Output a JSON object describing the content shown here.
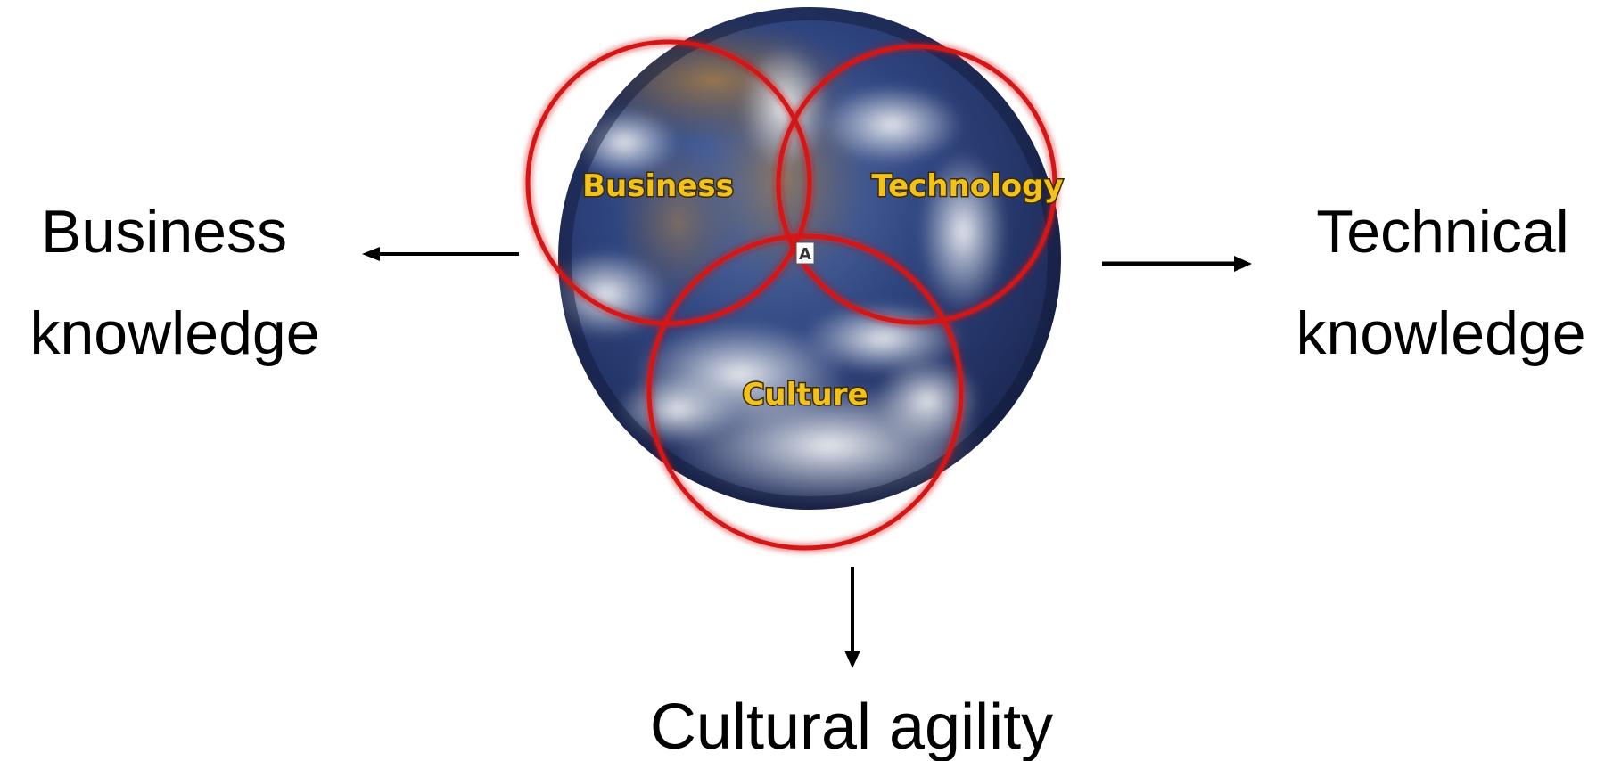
{
  "labels": {
    "business_knowledge_line1": "Business",
    "business_knowledge_line2": "knowledge",
    "technical_knowledge_line1": "Technical",
    "technical_knowledge_line2": "knowledge",
    "cultural_agility": "Cultural agility"
  },
  "circles": {
    "business": "Business",
    "technology": "Technology",
    "culture": "Culture"
  },
  "center_marker": "A",
  "colors": {
    "circle_stroke": "#d41414",
    "circle_label": "#f2c21a",
    "text": "#000000",
    "ocean": "#2c3f78",
    "cloud": "#e6ebef",
    "land": "#8a6a43"
  }
}
